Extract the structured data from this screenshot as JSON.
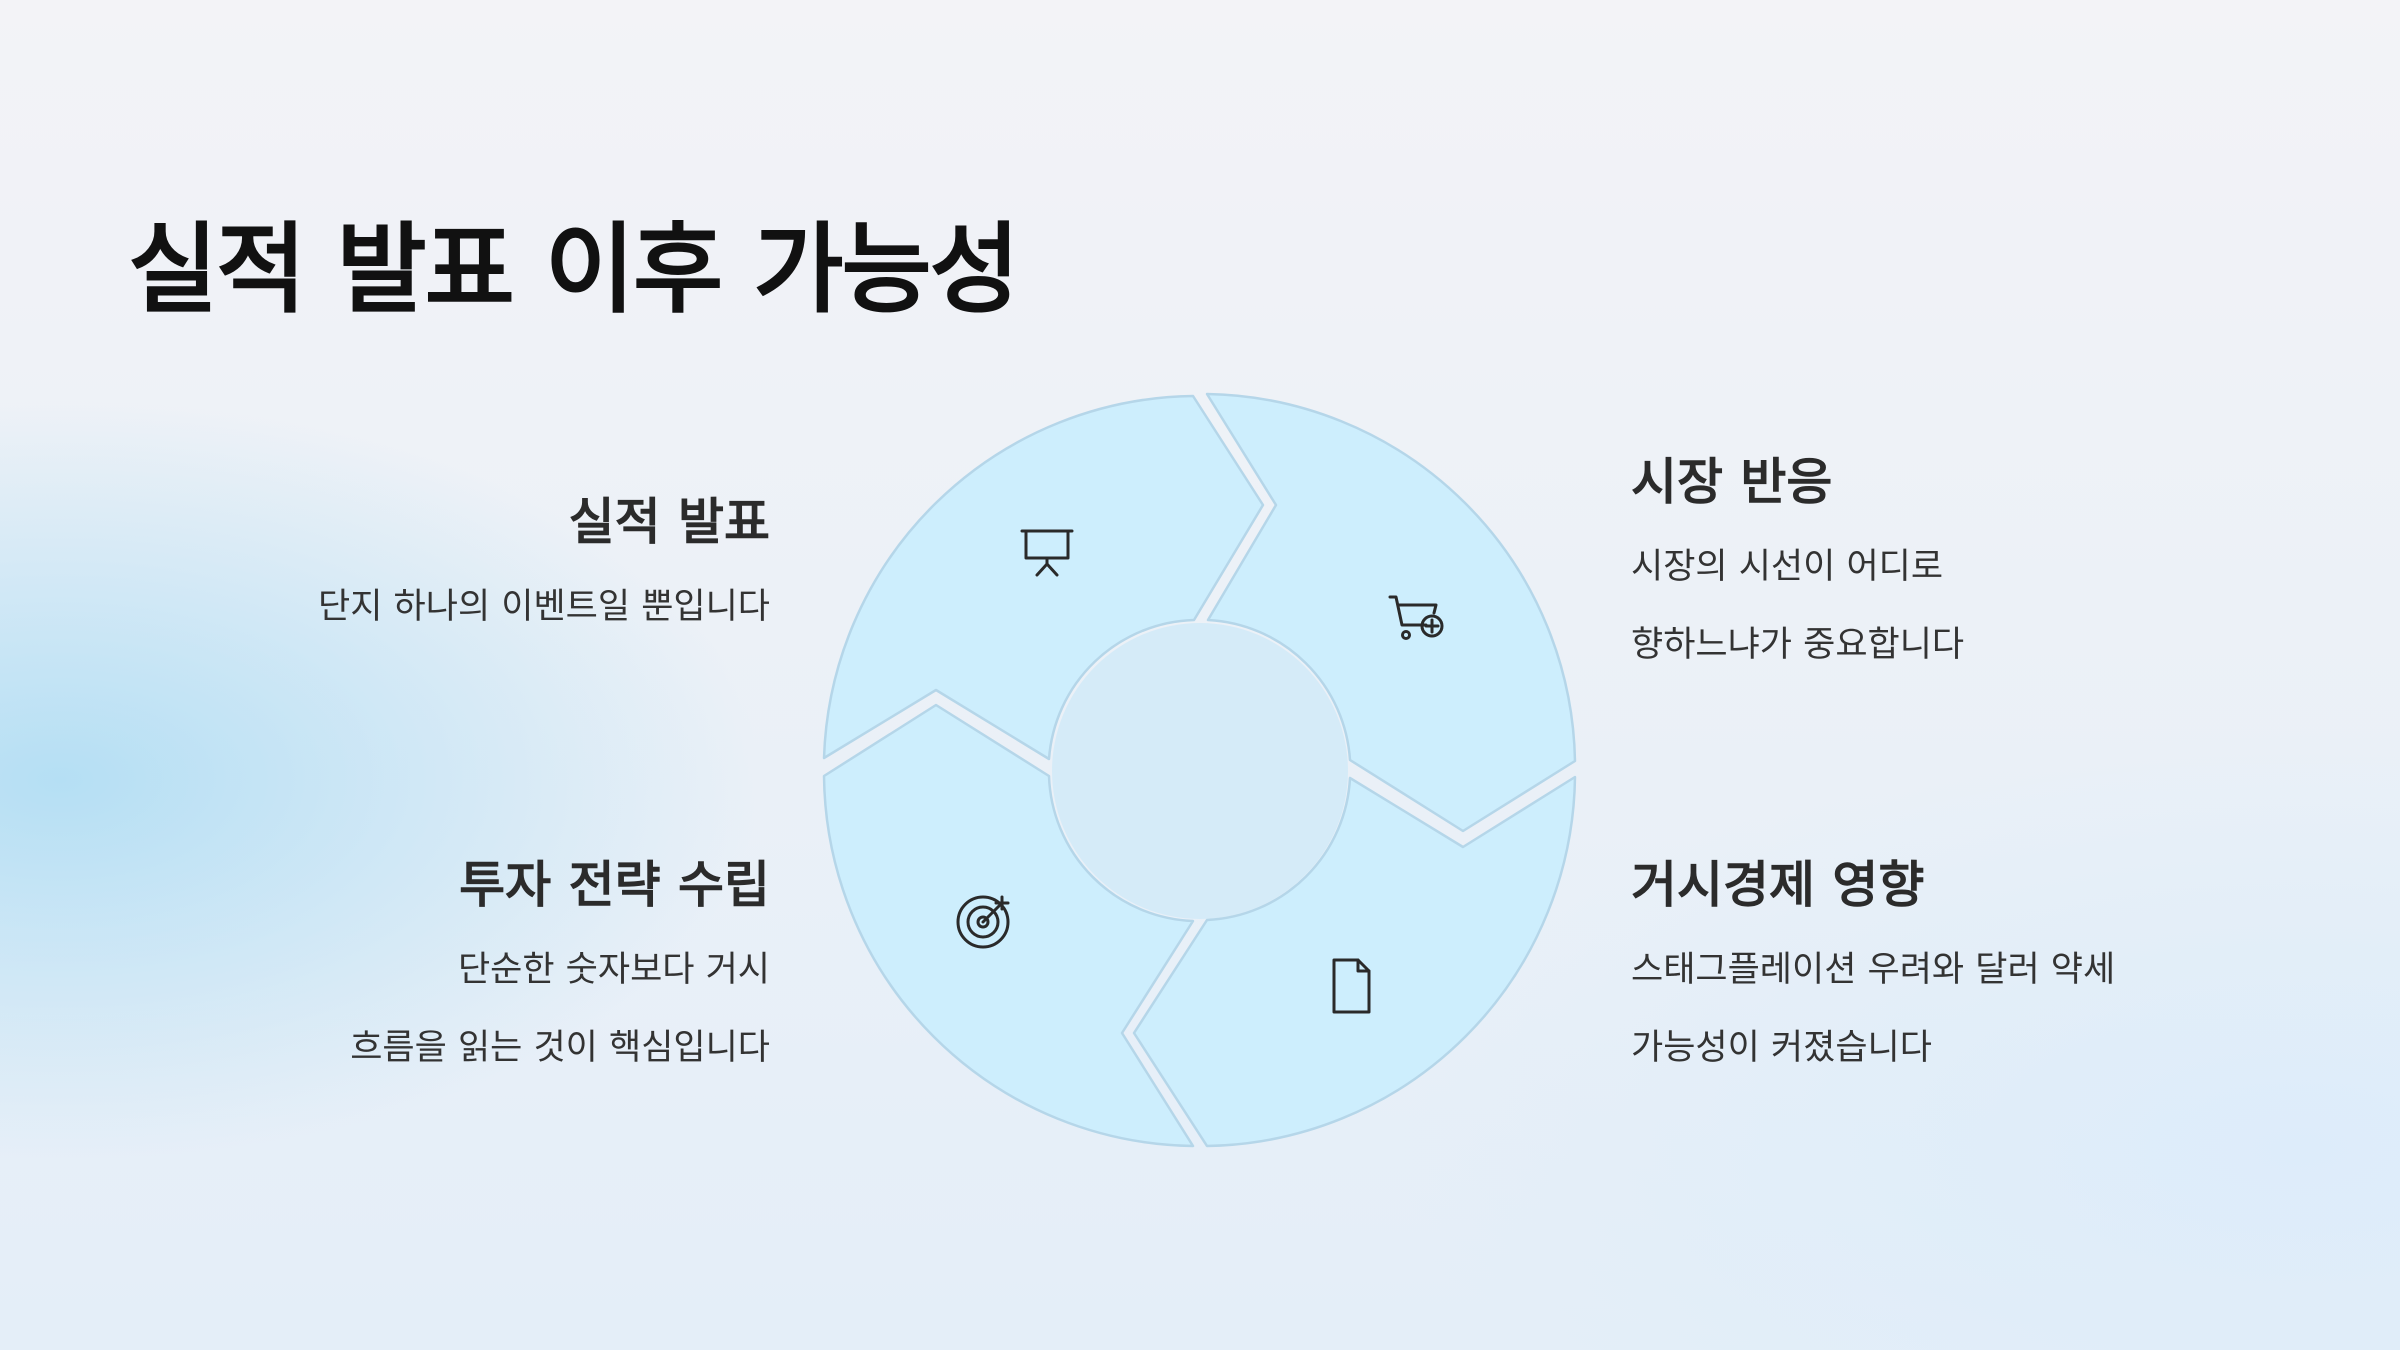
{
  "title": "실적 발표 이후 가능성",
  "steps": [
    {
      "heading": "실적 발표",
      "lines": [
        "단지 하나의 이벤트일 뿐입니다"
      ],
      "icon": "presentation-board-icon"
    },
    {
      "heading": "시장 반응",
      "lines": [
        "시장의 시선이 어디로",
        "향하느냐가 중요합니다"
      ],
      "icon": "cart-plus-icon"
    },
    {
      "heading": "거시경제 영향",
      "lines": [
        "스태그플레이션 우려와 달러 약세",
        "가능성이 커졌습니다"
      ],
      "icon": "document-icon"
    },
    {
      "heading": "투자 전략 수립",
      "lines": [
        "단순한 숫자보다 거시 ",
        "흐름을 읽는 것이 핵심입니다"
      ],
      "icon": "target-arrow-icon"
    }
  ],
  "colors": {
    "segment_fill": "#cdeefd",
    "segment_stroke": "#b5d6e9",
    "center_fill": "#d5ebf8",
    "icon_stroke": "#2a2a2a",
    "title": "#111111"
  }
}
